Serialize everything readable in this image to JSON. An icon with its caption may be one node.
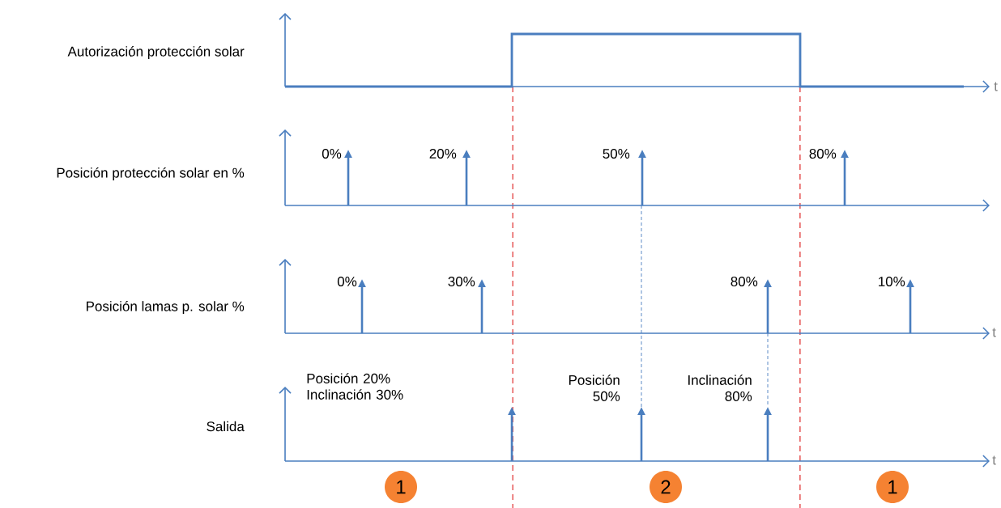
{
  "diagram": {
    "nodes": [
      {
        "text": [
          "1"
        ]
      },
      {
        "text": [
          "2"
        ]
      },
      {
        "text": [
          "1"
        ]
      }
    ],
    "labels": [
      "Autorización protección solar",
      "t",
      "0%",
      "20%",
      "50%",
      "80%",
      "Posición protección solar en %",
      "0%",
      "30%",
      "80%",
      "10%",
      "Posición lamas p. solar %",
      "t",
      "Posición 20% Inclinación 30%",
      "Posición 50%",
      "Inclinación 80%",
      "Salida",
      "t"
    ]
  }
}
